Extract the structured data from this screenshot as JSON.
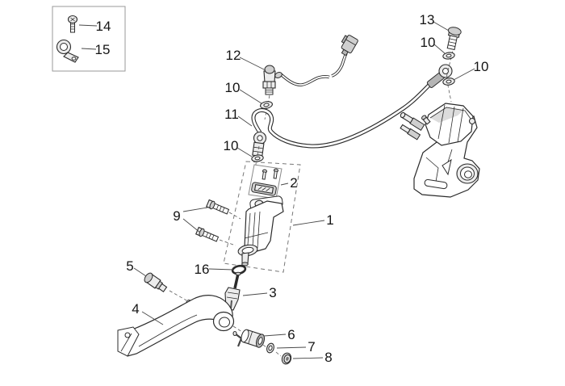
{
  "figure": {
    "type": "exploded-parts-diagram",
    "callouts": {
      "n1": "1",
      "n2": "2",
      "n3": "3",
      "n4": "4",
      "n5": "5",
      "n6": "6",
      "n7": "7",
      "n8": "8",
      "n9": "9",
      "n10a": "10",
      "n10b": "10",
      "n10c": "10",
      "n10d": "10",
      "n11": "11",
      "n12": "12",
      "n13": "13",
      "n14": "14",
      "n15": "15",
      "n16": "16"
    },
    "parts": {
      "1": "master-cylinder-assembly-box",
      "2": "reservoir-cap-kit-box",
      "3": "push-rod-clevis",
      "4": "brake-pedal",
      "5": "pivot-pin",
      "6": "bushing",
      "7": "washer",
      "8": "flange-nut",
      "9": "mounting-bolts",
      "10": "sealing-washer",
      "11": "brake-hose",
      "12": "stop-light-switch-with-wire",
      "13": "banjo-bolt",
      "14": "clamp-screw",
      "15": "hose-clamp",
      "16": "o-ring"
    },
    "colors": {
      "background": "#ffffff",
      "line": "#2b2b2b",
      "label": "#141414",
      "leader": "#4a4a4a",
      "dashed": "#5a5a5a",
      "shade_light": "#ececec",
      "shade_mid": "#cfcfcf",
      "shade_dark": "#b5b5b5",
      "inset_border": "#9a9a9a"
    }
  }
}
